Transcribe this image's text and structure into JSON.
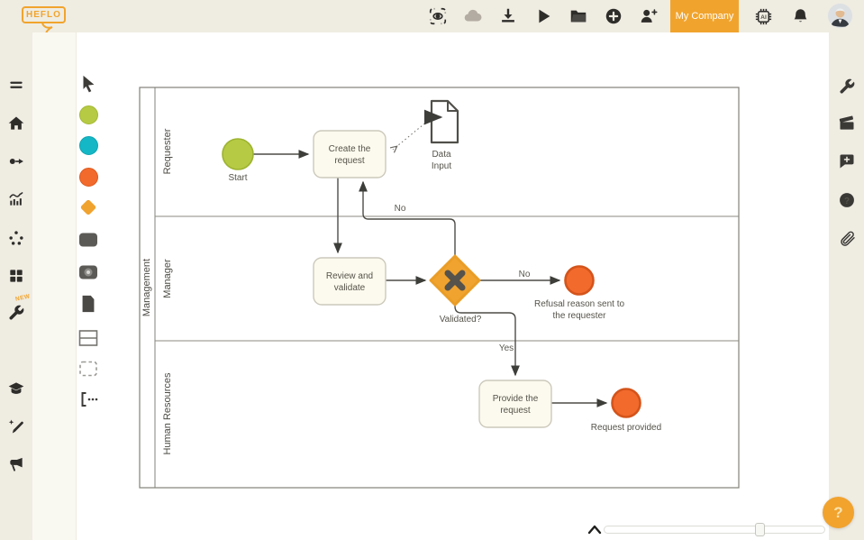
{
  "app": {
    "logo": "HEFLO"
  },
  "topbar": {
    "company_button": "My Company",
    "ai_chip_label": "AI",
    "icons": [
      "focus-preview-icon",
      "cloud-icon",
      "download-icon",
      "play-icon",
      "folder-icon",
      "add-circle-icon",
      "invite-user-icon",
      "ai-chip-icon",
      "notifications-bell-icon",
      "user-avatar"
    ]
  },
  "left_nav": {
    "badge": "NEW",
    "icons": [
      "menu-icon",
      "home-icon",
      "process-flow-icon",
      "analytics-icon",
      "cluster-icon",
      "apps-grid-icon",
      "tools-wrench-icon",
      "academy-icon",
      "improve-icon",
      "announcements-icon"
    ]
  },
  "palette": {
    "icons": [
      "select-cursor",
      "start-event-green",
      "intermediate-event-teal",
      "end-event-orange",
      "gateway-diamond",
      "task-shape",
      "service-task-shape",
      "document-shape",
      "pool-shape",
      "group-shape",
      "annotation-shape"
    ]
  },
  "right_nav": {
    "help_circle_label": "?",
    "icons": [
      "properties-wrench-icon",
      "media-clapper-icon",
      "comment-add-icon",
      "help-icon",
      "attachment-paperclip-icon"
    ]
  },
  "diagram": {
    "pool_label": "Management",
    "lanes": {
      "lane1": "Requester",
      "lane2": "Manager",
      "lane3": "Human Resources"
    },
    "nodes": {
      "start": "Start",
      "create_line1": "Create the",
      "create_line2": "request",
      "data_line1": "Data",
      "data_line2": "Input",
      "review_line1": "Review and",
      "review_line2": "validate",
      "gateway": "Validated?",
      "refusal_line1": "Refusal reason sent to",
      "refusal_line2": "the requester",
      "provide_line1": "Provide the",
      "provide_line2": "request",
      "provided": "Request provided"
    },
    "flow_labels": {
      "no_loop": "No",
      "no_refusal": "No",
      "yes": "Yes"
    }
  },
  "footer": {
    "help_button": "?"
  },
  "colors": {
    "accent_orange": "#f1a42d",
    "event_green": "#b6ca43",
    "event_teal": "#14b7c5",
    "event_orange": "#f26a2c",
    "gateway_amber": "#f0a32f",
    "task_fill": "#fcfaee",
    "panel_beige": "#efece2"
  }
}
